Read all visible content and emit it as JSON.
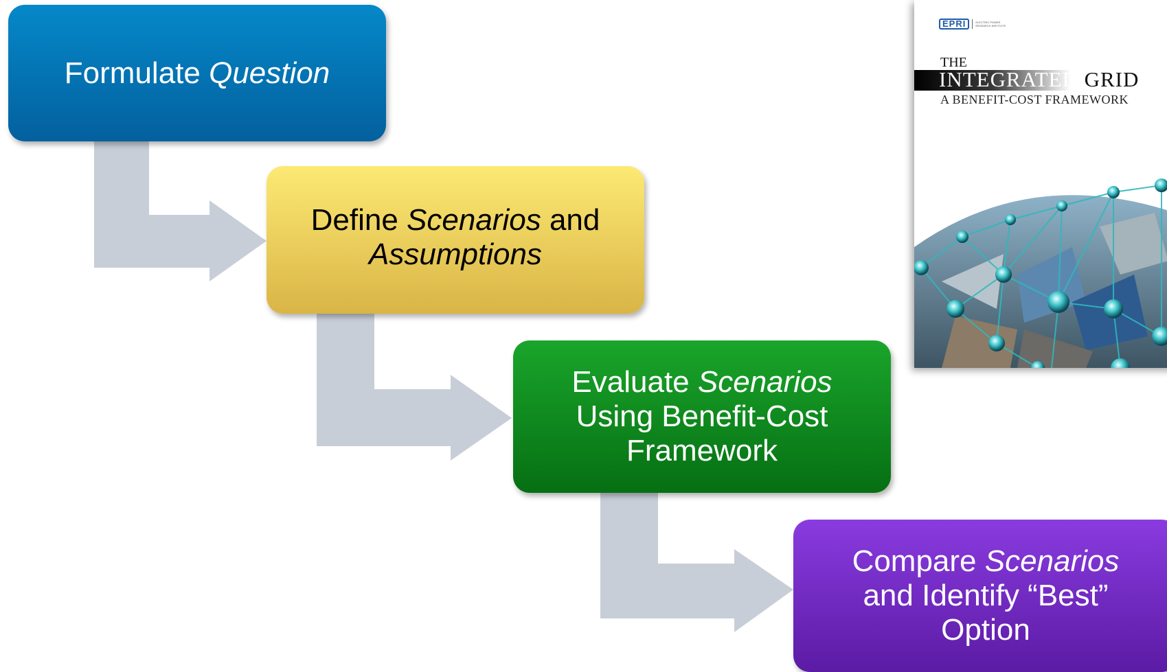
{
  "steps": [
    {
      "id": "formulate",
      "parts": [
        {
          "text": "Formulate ",
          "italic": false
        },
        {
          "text": "Question",
          "italic": true
        }
      ]
    },
    {
      "id": "define",
      "parts": [
        {
          "text": "Define ",
          "italic": false
        },
        {
          "text": "Scenarios",
          "italic": true
        },
        {
          "text": " and",
          "italic": false
        },
        {
          "br": true
        },
        {
          "text": "Assumptions",
          "italic": true
        }
      ]
    },
    {
      "id": "evaluate",
      "parts": [
        {
          "text": "Evaluate ",
          "italic": false
        },
        {
          "text": "Scenarios",
          "italic": true
        },
        {
          "br": true
        },
        {
          "text": "Using Benefit-Cost",
          "italic": false
        },
        {
          "br": true
        },
        {
          "text": "Framework",
          "italic": false
        }
      ]
    },
    {
      "id": "compare",
      "parts": [
        {
          "text": "Compare ",
          "italic": false
        },
        {
          "text": "Scenarios",
          "italic": true
        },
        {
          "br": true
        },
        {
          "text": "and Identify “Best”",
          "italic": false
        },
        {
          "br": true
        },
        {
          "text": "Option",
          "italic": false
        }
      ]
    }
  ],
  "colors": {
    "formulate": "#0478b8",
    "define": "#f3d35f",
    "evaluate": "#119322",
    "compare": "#7530cf",
    "arrow": "#c8ced8"
  },
  "cover": {
    "logo": "EPRI",
    "logo_sub": "ELECTRIC POWER RESEARCH INSTITUTE",
    "the": "THE",
    "title_light": "INTEGRATED",
    "title_dark": " GRID",
    "subtitle": "A BENEFIT-COST FRAMEWORK"
  }
}
